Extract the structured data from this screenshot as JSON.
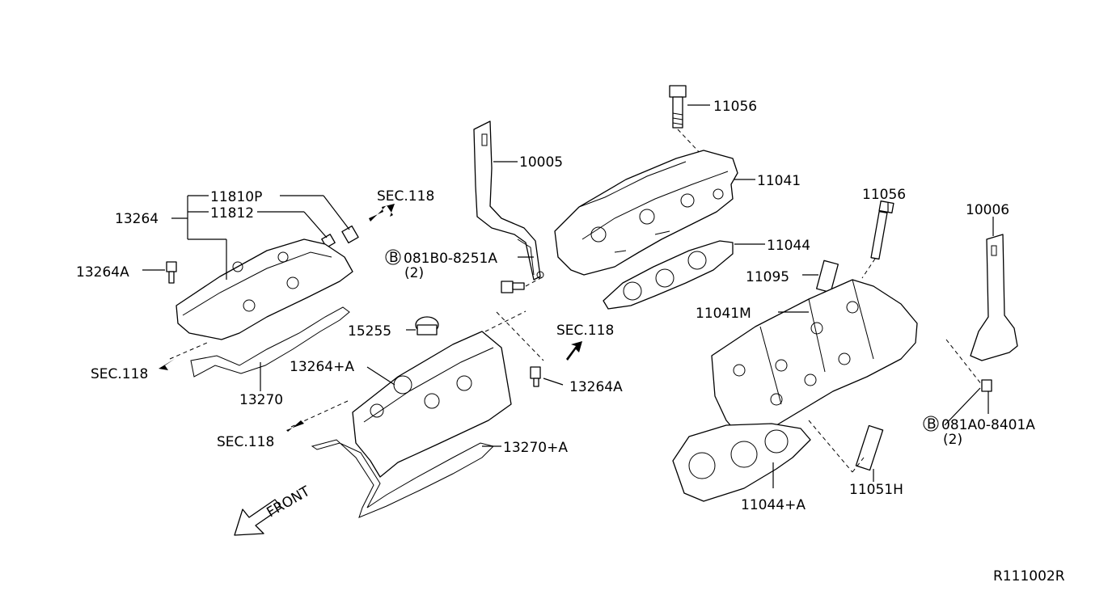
{
  "labels": {
    "p11056_top": "11056",
    "p10005": "10005",
    "p11041": "11041",
    "p11810p": "11810P",
    "p11812": "11812",
    "p13264": "13264",
    "p13264a_left": "13264A",
    "sec118_top": "SEC.118",
    "sec118_mid": "SEC.118",
    "sec118_left": "SEC.118",
    "sec118_bottom": "SEC.118",
    "bolt_b_left": "081B0-8251A",
    "bolt_b_left_qty": "(2)",
    "p11044": "11044",
    "p11056_right": "11056",
    "p10006": "10006",
    "p11095": "11095",
    "p11041m": "11041M",
    "p15255": "15255",
    "p13264_plus_a": "13264+A",
    "p13264a_right": "13264A",
    "p13270": "13270",
    "p13270_plus_a": "13270+A",
    "bolt_b_right": "081A0-8401A",
    "bolt_b_right_qty": "(2)",
    "p11044_plus_a": "11044+A",
    "p11051h": "11051H",
    "front": "FRONT",
    "circle_b": "B",
    "diagram_code": "R111002R"
  }
}
